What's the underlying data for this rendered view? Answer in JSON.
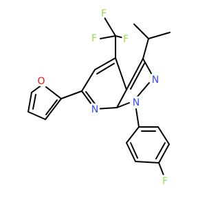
{
  "molecule": {
    "atom_labels": {
      "f1": "F",
      "f2": "F",
      "f3": "F",
      "o1": "O",
      "n1": "N",
      "n2": "N",
      "n3": "N",
      "f4": "F"
    },
    "colors": {
      "bond": "#000000",
      "fluorine": "#90E050",
      "oxygen": "#FF0D0D",
      "nitrogen": "#3050F8",
      "background": "#ffffff"
    }
  }
}
